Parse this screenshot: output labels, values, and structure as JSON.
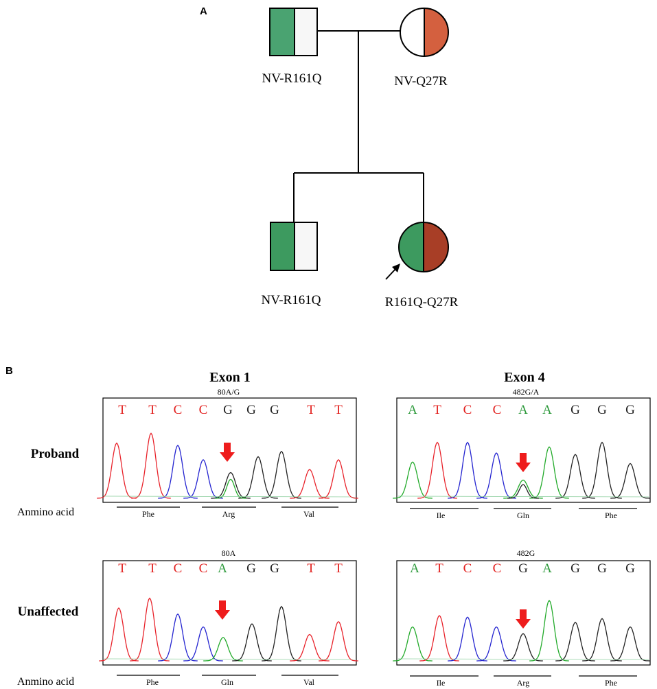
{
  "panel_a": {
    "label": "A",
    "members": [
      {
        "id": "father",
        "shape": "square",
        "label": "NV-R161Q"
      },
      {
        "id": "mother",
        "shape": "circle",
        "label": "NV-Q27R"
      },
      {
        "id": "son",
        "shape": "square",
        "label": "NV-R161Q"
      },
      {
        "id": "proband",
        "shape": "circle",
        "label": "R161Q-Q27R"
      }
    ]
  },
  "panel_b": {
    "label": "B",
    "columns": [
      {
        "title": "Exon 1"
      },
      {
        "title": "Exon 4"
      }
    ],
    "rows": [
      {
        "label": "Proband"
      },
      {
        "label": "Unaffected"
      }
    ],
    "amino_acid_label": "Anmino acid",
    "traces": [
      {
        "id": "ex1-proband",
        "site": "80A/G",
        "bases": [
          "T",
          "T",
          "C",
          "C",
          "G",
          "G",
          "G",
          "T",
          "T"
        ],
        "amino_acids": [
          "Phe",
          "Arg",
          "Val"
        ]
      },
      {
        "id": "ex4-proband",
        "site": "482G/A",
        "bases": [
          "A",
          "T",
          "C",
          "C",
          "A",
          "A",
          "G",
          "G",
          "G"
        ],
        "amino_acids": [
          "Ile",
          "Gln",
          "Phe"
        ]
      },
      {
        "id": "ex1-unaffected",
        "site": "80A",
        "bases": [
          "T",
          "T",
          "C",
          "C",
          "A",
          "G",
          "G",
          "T",
          "T"
        ],
        "amino_acids": [
          "Phe",
          "Gln",
          "Val"
        ]
      },
      {
        "id": "ex4-unaffected",
        "site": "482G",
        "bases": [
          "A",
          "T",
          "C",
          "C",
          "G",
          "A",
          "G",
          "G",
          "G"
        ],
        "amino_acids": [
          "Ile",
          "Arg",
          "Phe"
        ]
      }
    ]
  },
  "colors": {
    "paternal_green": "#4aa371",
    "paternal_green_dark": "#3d9a5f",
    "maternal_orange": "#d4603f",
    "maternal_brown": "#a83e26",
    "arrow_red": "#ee1c1c",
    "base_T": "#e2201e",
    "base_C": "#e2201e",
    "base_A": "#2e9a3c",
    "base_G": "#222222"
  }
}
